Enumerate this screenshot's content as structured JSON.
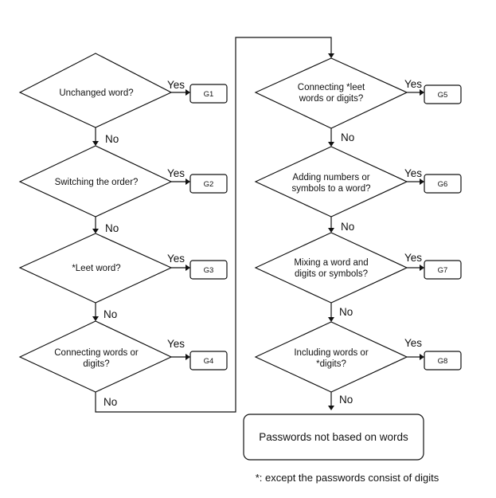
{
  "diagram": {
    "type": "flowchart",
    "decisions": [
      {
        "lines": [
          "Unchanged word?"
        ],
        "yes_label": "Yes",
        "no_label": "No",
        "group": "G1"
      },
      {
        "lines": [
          "Switching the order?"
        ],
        "yes_label": "Yes",
        "no_label": "No",
        "group": "G2"
      },
      {
        "lines": [
          "*Leet word?"
        ],
        "yes_label": "Yes",
        "no_label": "No",
        "group": "G3"
      },
      {
        "lines": [
          "Connecting words or",
          "digits?"
        ],
        "yes_label": "Yes",
        "no_label": "No",
        "group": "G4"
      },
      {
        "lines": [
          "Connecting *leet",
          "words or digits?"
        ],
        "yes_label": "Yes",
        "no_label": "No",
        "group": "G5"
      },
      {
        "lines": [
          "Adding numbers or",
          "symbols to a word?"
        ],
        "yes_label": "Yes",
        "no_label": "No",
        "group": "G6"
      },
      {
        "lines": [
          "Mixing a word and",
          "digits or symbols?"
        ],
        "yes_label": "Yes",
        "no_label": "No",
        "group": "G7"
      },
      {
        "lines": [
          "Including words or",
          "*digits?"
        ],
        "yes_label": "Yes",
        "no_label": "No",
        "group": "G8"
      }
    ],
    "end_box": "Passwords not based on words",
    "footnote": "*: except the passwords consist of digits"
  }
}
